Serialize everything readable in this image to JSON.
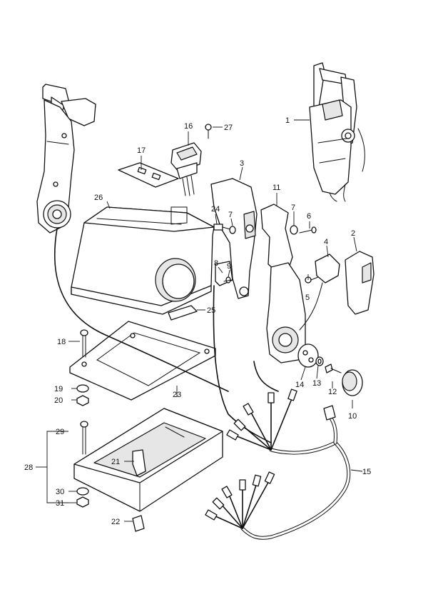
{
  "callouts": [
    {
      "id": "c1",
      "label": "1"
    },
    {
      "id": "c2",
      "label": "2"
    },
    {
      "id": "c3",
      "label": "3"
    },
    {
      "id": "c4",
      "label": "4"
    },
    {
      "id": "c5",
      "label": "5"
    },
    {
      "id": "c6",
      "label": "6"
    },
    {
      "id": "c7a",
      "label": "7"
    },
    {
      "id": "c7b",
      "label": "7"
    },
    {
      "id": "c8",
      "label": "8"
    },
    {
      "id": "c9",
      "label": "9"
    },
    {
      "id": "c10",
      "label": "10"
    },
    {
      "id": "c11",
      "label": "11"
    },
    {
      "id": "c12",
      "label": "12"
    },
    {
      "id": "c13",
      "label": "13"
    },
    {
      "id": "c14",
      "label": "14"
    },
    {
      "id": "c15",
      "label": "15"
    },
    {
      "id": "c16",
      "label": "16"
    },
    {
      "id": "c17",
      "label": "17"
    },
    {
      "id": "c18",
      "label": "18"
    },
    {
      "id": "c19",
      "label": "19"
    },
    {
      "id": "c20",
      "label": "20"
    },
    {
      "id": "c21",
      "label": "21"
    },
    {
      "id": "c22",
      "label": "22"
    },
    {
      "id": "c23",
      "label": "23"
    },
    {
      "id": "c24",
      "label": "24"
    },
    {
      "id": "c25",
      "label": "25"
    },
    {
      "id": "c26",
      "label": "26"
    },
    {
      "id": "c27",
      "label": "27"
    },
    {
      "id": "c28",
      "label": "28"
    },
    {
      "id": "c29",
      "label": "29"
    },
    {
      "id": "c30",
      "label": "30"
    },
    {
      "id": "c31",
      "label": "31"
    }
  ],
  "colors": {
    "line": "#111111",
    "background": "#ffffff",
    "shade": "#e6e6e6"
  }
}
